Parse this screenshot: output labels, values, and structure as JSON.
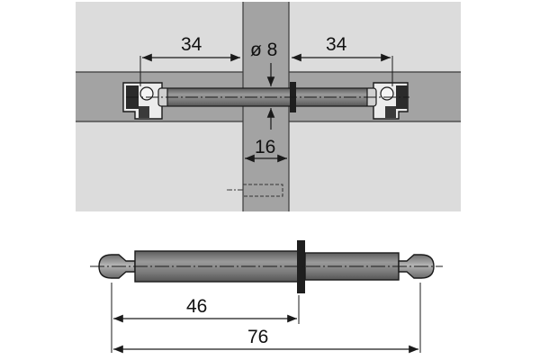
{
  "dimensions": {
    "left_depth": "34",
    "bolt_diameter": "ø 8",
    "right_depth": "34",
    "panel_thickness": "16",
    "half_length": "46",
    "total_length": "76"
  },
  "colors": {
    "panel_fill": "#dcdcdc",
    "panel_dark": "#a3a3a3",
    "shaft_fill": "#7b7b7b",
    "line": "#1a1a1a"
  }
}
